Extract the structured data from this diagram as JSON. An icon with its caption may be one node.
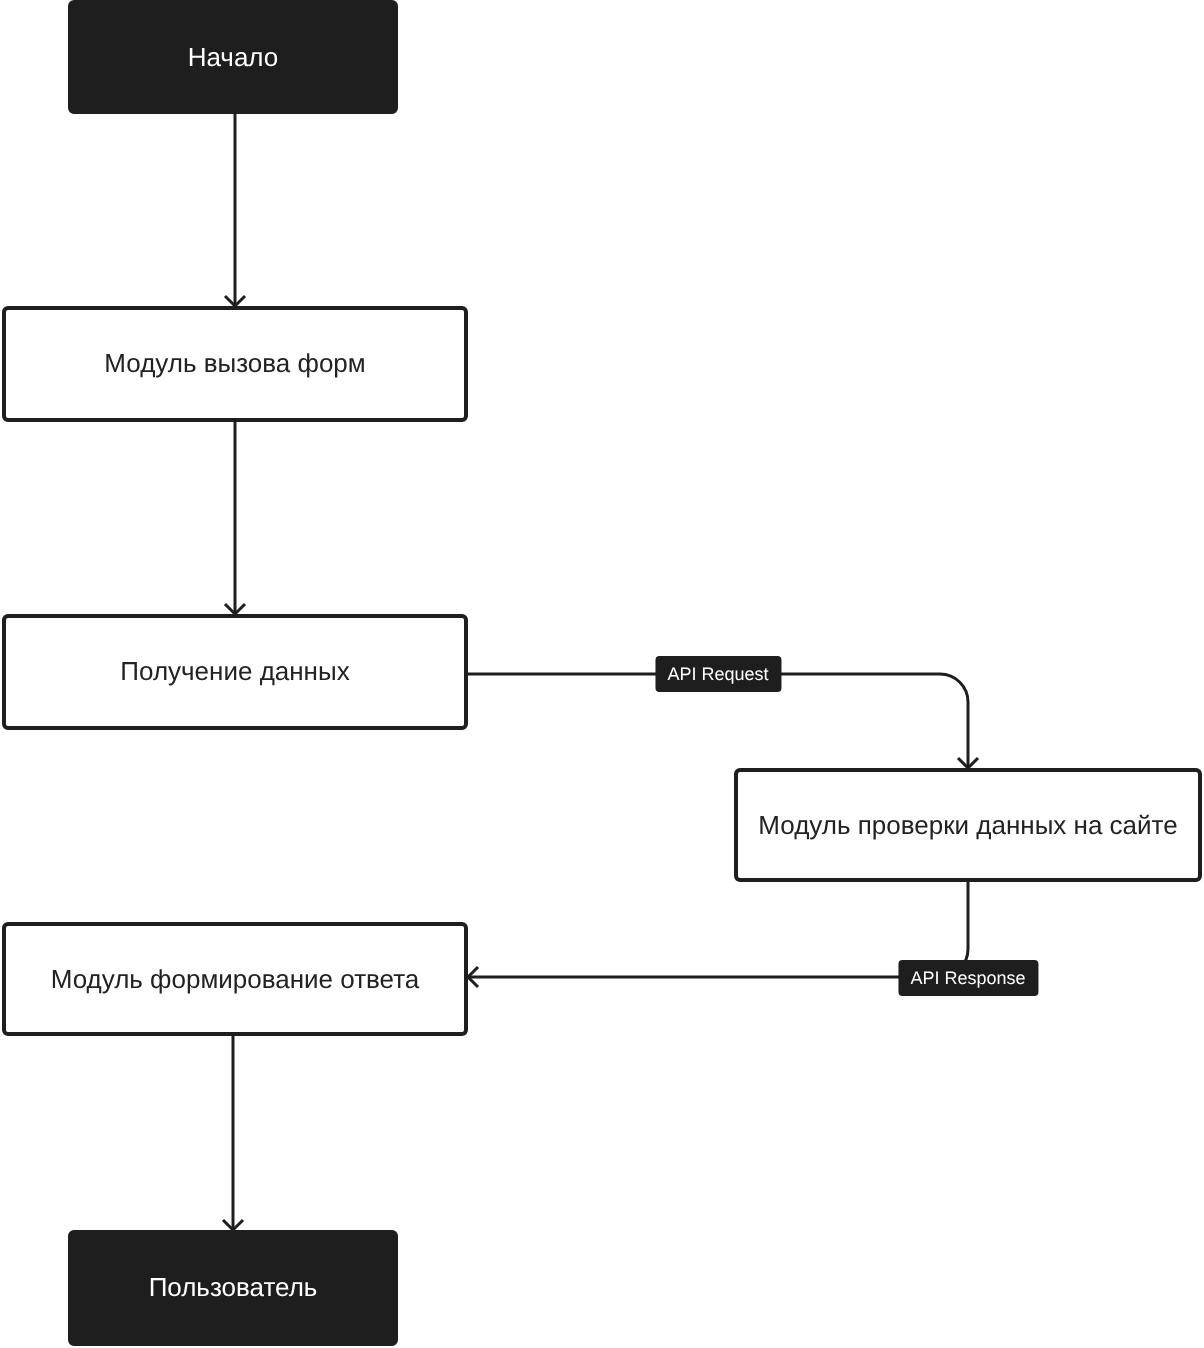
{
  "diagram": {
    "nodes": [
      {
        "text": [
          "Начало"
        ]
      },
      {
        "text": [
          "Модуль вызова форм"
        ]
      },
      {
        "text": [
          "Получение данных"
        ]
      },
      {
        "text": [
          "Модуль проверки данных на сайте"
        ]
      },
      {
        "text": [
          "Модуль формирование ответа"
        ]
      },
      {
        "text": [
          "Пользователь"
        ]
      }
    ],
    "edges": [
      {
        "from": 0,
        "to": 1,
        "arrow": "to"
      },
      {
        "from": 1,
        "to": 2,
        "arrow": "to"
      },
      {
        "from": 2,
        "to": 3,
        "arrow": "to",
        "label": "API Request"
      },
      {
        "from": 3,
        "to": 4,
        "arrow": "to",
        "label": "API Response"
      },
      {
        "from": 4,
        "to": 5,
        "arrow": "to"
      }
    ]
  }
}
